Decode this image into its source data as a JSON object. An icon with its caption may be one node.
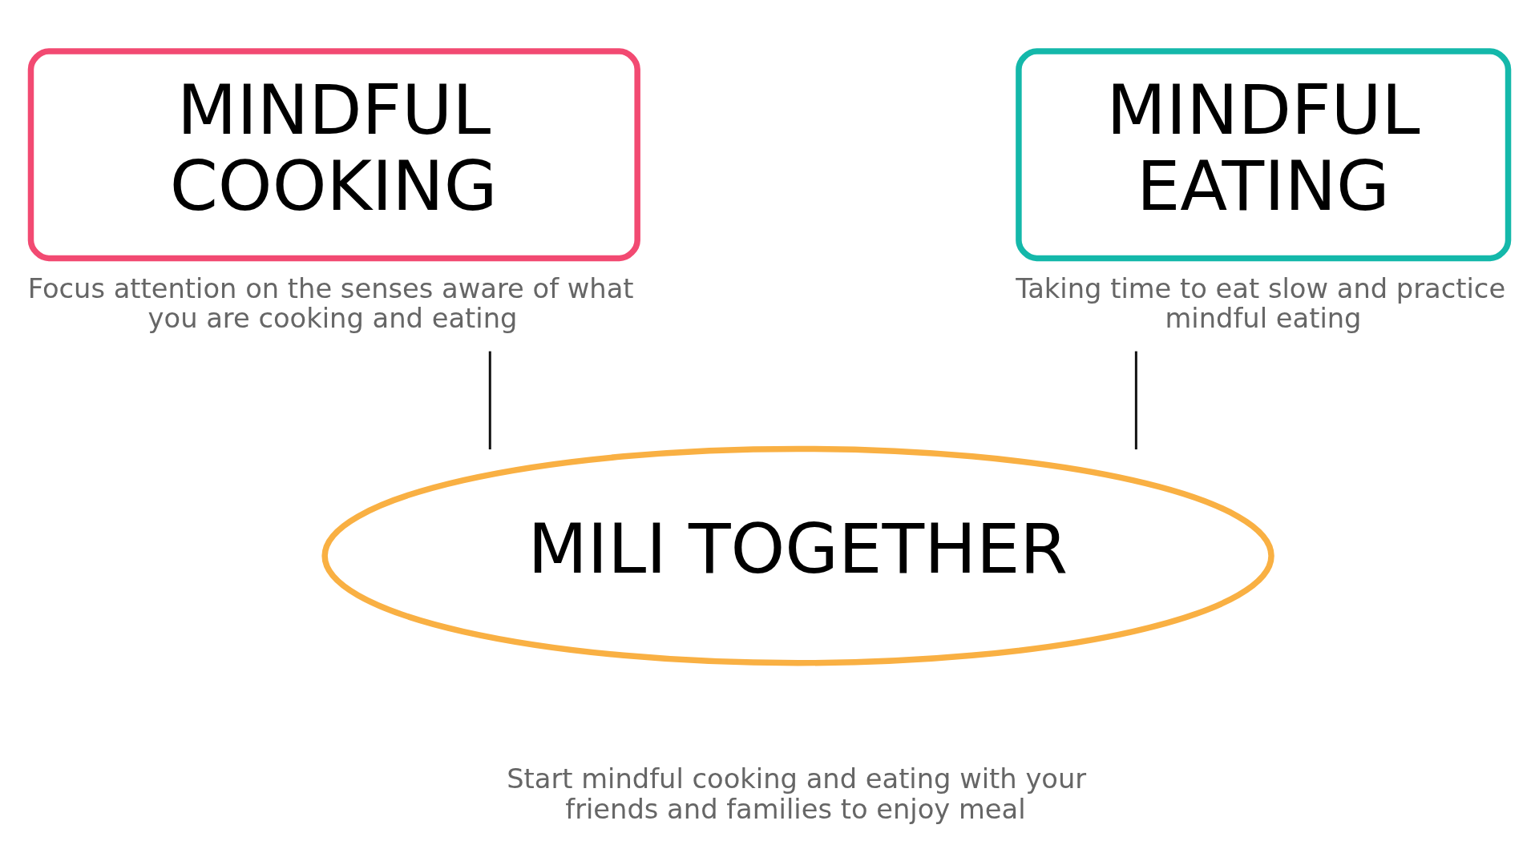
{
  "diagram": {
    "nodes": [
      {
        "text": [
          "MINDFUL COOKING"
        ],
        "beside": [
          "Focus attention on the senses aware of what you are cooking and eating"
        ]
      },
      {
        "text": [
          "MINDFUL EATING"
        ],
        "beside": [
          "Taking time to eat slow and practice mindful eating"
        ]
      },
      {
        "text": [
          "MILI TOGETHER"
        ],
        "beside": [
          "Start mindful cooking and eating with your friends and families to enjoy meal"
        ]
      }
    ],
    "edges": [
      {
        "from": 0,
        "to": 2,
        "arrow": "none"
      },
      {
        "from": 1,
        "to": 2,
        "arrow": "none"
      }
    ]
  }
}
